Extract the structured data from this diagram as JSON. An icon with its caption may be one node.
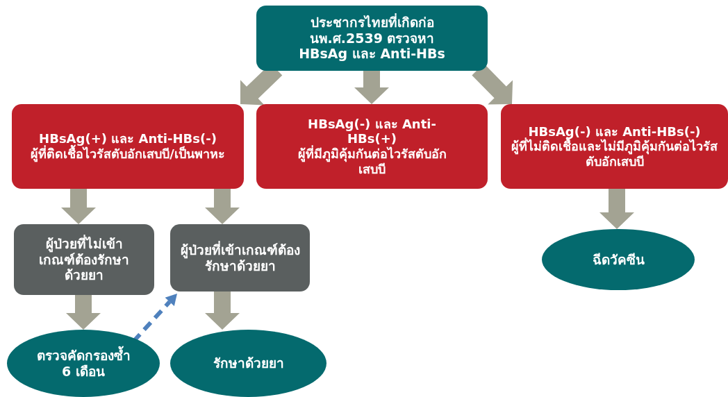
{
  "diagram": {
    "nodes": [
      {
        "text": [
          "ประชากรไทยที่เกิดก่อนพ.ศ.2539 ตรวจหา HBsAg และ Anti-HBs"
        ]
      },
      {
        "text": [
          "HBsAg(+) และ Anti-HBs(-)",
          "ผู้ที่ติดเชื้อไวรัสตับอักเสบบี/เป็นพาหะ"
        ]
      },
      {
        "text": [
          "HBsAg(-)  และ Anti-HBs(+)",
          "ผู้ที่มีภูมิคุ้มกันต่อไวรัสตับอักเสบบี"
        ]
      },
      {
        "text": [
          "HBsAg(-)  และ Anti-HBs(-)",
          "ผู้ที่ไม่ติดเชื้อและไม่มีภูมิคุ้มกันต่อไวรัสตับอักเสบบี"
        ]
      },
      {
        "text": [
          "ผู้ป่วยที่ไม่เข้าเกณฑ์ต้องรักษาด้วยยา"
        ]
      },
      {
        "text": [
          "ผู้ป่วยที่เข้าเกณฑ์ต้องรักษาด้วยยา"
        ]
      },
      {
        "text": [
          "ตรวจคัดกรองซ้ำ 6 เดือน"
        ]
      },
      {
        "text": [
          "รักษาด้วยยา"
        ]
      },
      {
        "text": [
          "ฉีดวัคซีน"
        ]
      }
    ],
    "edges": [
      {
        "from": 0,
        "to": 1,
        "arrow": "to"
      },
      {
        "from": 0,
        "to": 2,
        "arrow": "to"
      },
      {
        "from": 0,
        "to": 3,
        "arrow": "to"
      },
      {
        "from": 1,
        "to": 4,
        "arrow": "to"
      },
      {
        "from": 1,
        "to": 5,
        "arrow": "to"
      },
      {
        "from": 3,
        "to": 8,
        "arrow": "to"
      },
      {
        "from": 4,
        "to": 6,
        "arrow": "to"
      },
      {
        "from": 5,
        "to": 7,
        "arrow": "to"
      },
      {
        "from": 6,
        "to": 5,
        "arrow": "to",
        "style": "dashed",
        "color": "#4f81bd"
      }
    ]
  }
}
